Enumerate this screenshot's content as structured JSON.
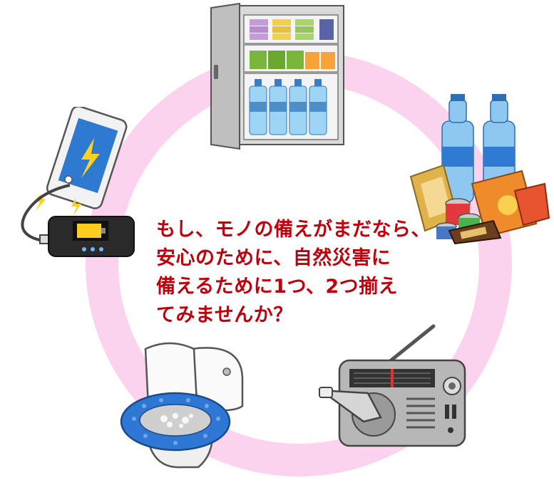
{
  "message": {
    "lines": [
      "もし、モノの備えがまだなら、",
      "安心のために、自然災害に",
      "備えるために1つ、2つ揃え",
      "てみませんか？"
    ]
  },
  "colors": {
    "ring": "#fbd3ee",
    "message": "#c0000b"
  },
  "items": [
    {
      "name": "stockpile-shelf",
      "icon": "shelf-icon"
    },
    {
      "name": "water-and-food",
      "icon": "water-bottles-icon"
    },
    {
      "name": "hand-crank-radio",
      "icon": "radio-icon"
    },
    {
      "name": "emergency-toilet",
      "icon": "toilet-icon"
    },
    {
      "name": "mobile-battery",
      "icon": "battery-charger-icon"
    }
  ]
}
